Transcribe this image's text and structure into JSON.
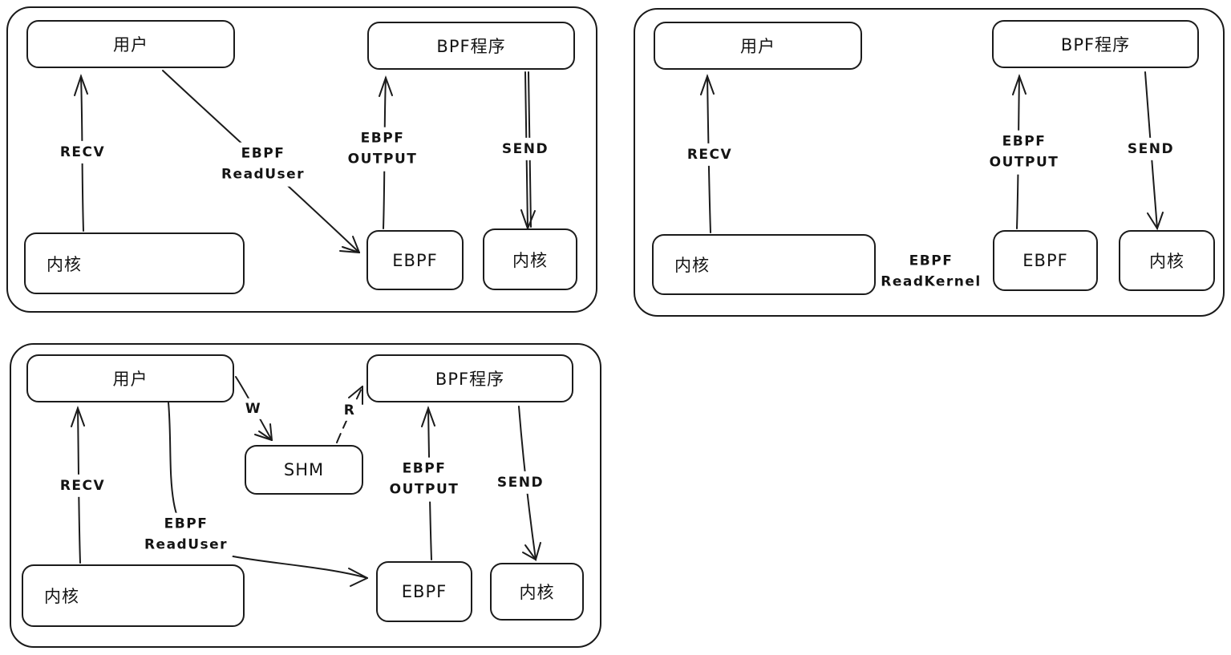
{
  "diagram": {
    "colors": {
      "stroke": "#1b1b1b",
      "background": "#ffffff"
    },
    "panels": [
      {
        "id": "readuser-flow",
        "nodes": {
          "user": "用户",
          "bpf_program": "BPF程序",
          "kernel_left": "内核",
          "ebpf": "EBPF",
          "kernel_right": "内核"
        },
        "edges": {
          "recv": "RECV",
          "read_user": "EBPF\nReadUser",
          "ebpf_output": "EBPF\nOUTPUT",
          "send": "SEND"
        }
      },
      {
        "id": "readkernel-flow",
        "nodes": {
          "user": "用户",
          "bpf_program": "BPF程序",
          "kernel_left": "内核",
          "ebpf": "EBPF",
          "kernel_right": "内核"
        },
        "edges": {
          "recv": "RECV",
          "read_kernel": "EBPF\nReadKernel",
          "ebpf_output": "EBPF\nOUTPUT",
          "send": "SEND"
        }
      },
      {
        "id": "shm-flow",
        "nodes": {
          "user": "用户",
          "bpf_program": "BPF程序",
          "shm": "SHM",
          "kernel_left": "内核",
          "ebpf": "EBPF",
          "kernel_right": "内核"
        },
        "edges": {
          "recv": "RECV",
          "write": "W",
          "read": "R",
          "read_user": "EBPF\nReadUser",
          "ebpf_output": "EBPF\nOUTPUT",
          "send": "SEND"
        }
      }
    ]
  }
}
